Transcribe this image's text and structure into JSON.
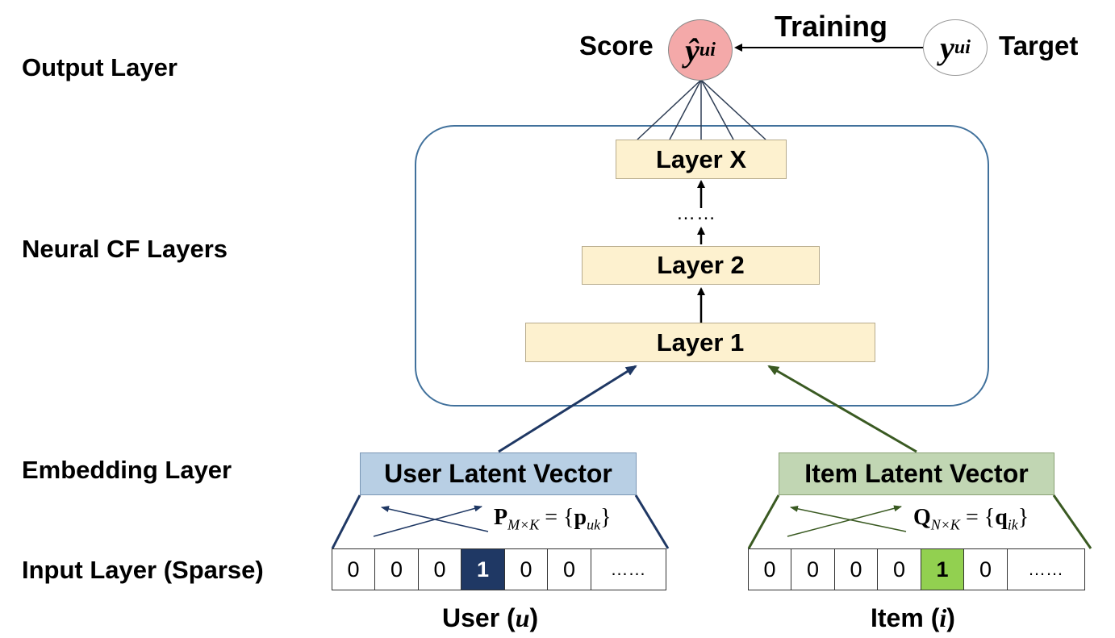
{
  "row_labels": {
    "output": "Output Layer",
    "neural": "Neural CF Layers",
    "embedding": "Embedding Layer",
    "input": "Input Layer (Sparse)"
  },
  "output": {
    "score_label": "Score",
    "score_symbol": "ŷ",
    "score_subscript": "ui",
    "target_label": "Target",
    "target_symbol": "y",
    "target_subscript": "ui",
    "training_label": "Training"
  },
  "layers": {
    "top": "Layer X",
    "dots": "……",
    "second": "Layer 2",
    "first": "Layer 1"
  },
  "embedding": {
    "user_vector": "User Latent Vector",
    "item_vector": "Item Latent Vector",
    "user_matrix": {
      "name": "P",
      "subscript": "M×K",
      "eq": " = {",
      "elem": "p",
      "elem_sub": "uk",
      "close": "}"
    },
    "item_matrix": {
      "name": "Q",
      "subscript": "N×K",
      "eq": " = {",
      "elem": "q",
      "elem_sub": "ik",
      "close": "}"
    }
  },
  "inputs": {
    "user_cells": [
      "0",
      "0",
      "0",
      "1",
      "0",
      "0",
      "……"
    ],
    "item_cells": [
      "0",
      "0",
      "0",
      "0",
      "1",
      "0",
      "……"
    ],
    "user_caption": "User (",
    "user_var": "u",
    "user_caption_end": ")",
    "item_caption": "Item (",
    "item_var": "i",
    "item_caption_end": ")"
  },
  "colors": {
    "user_hot": "#1f3864",
    "item_hot": "#92d050",
    "user_arrow": "#1f3864",
    "item_arrow": "#3a5a22",
    "layer_fill": "#fdf1cf",
    "score_fill": "#f4a9a9"
  }
}
